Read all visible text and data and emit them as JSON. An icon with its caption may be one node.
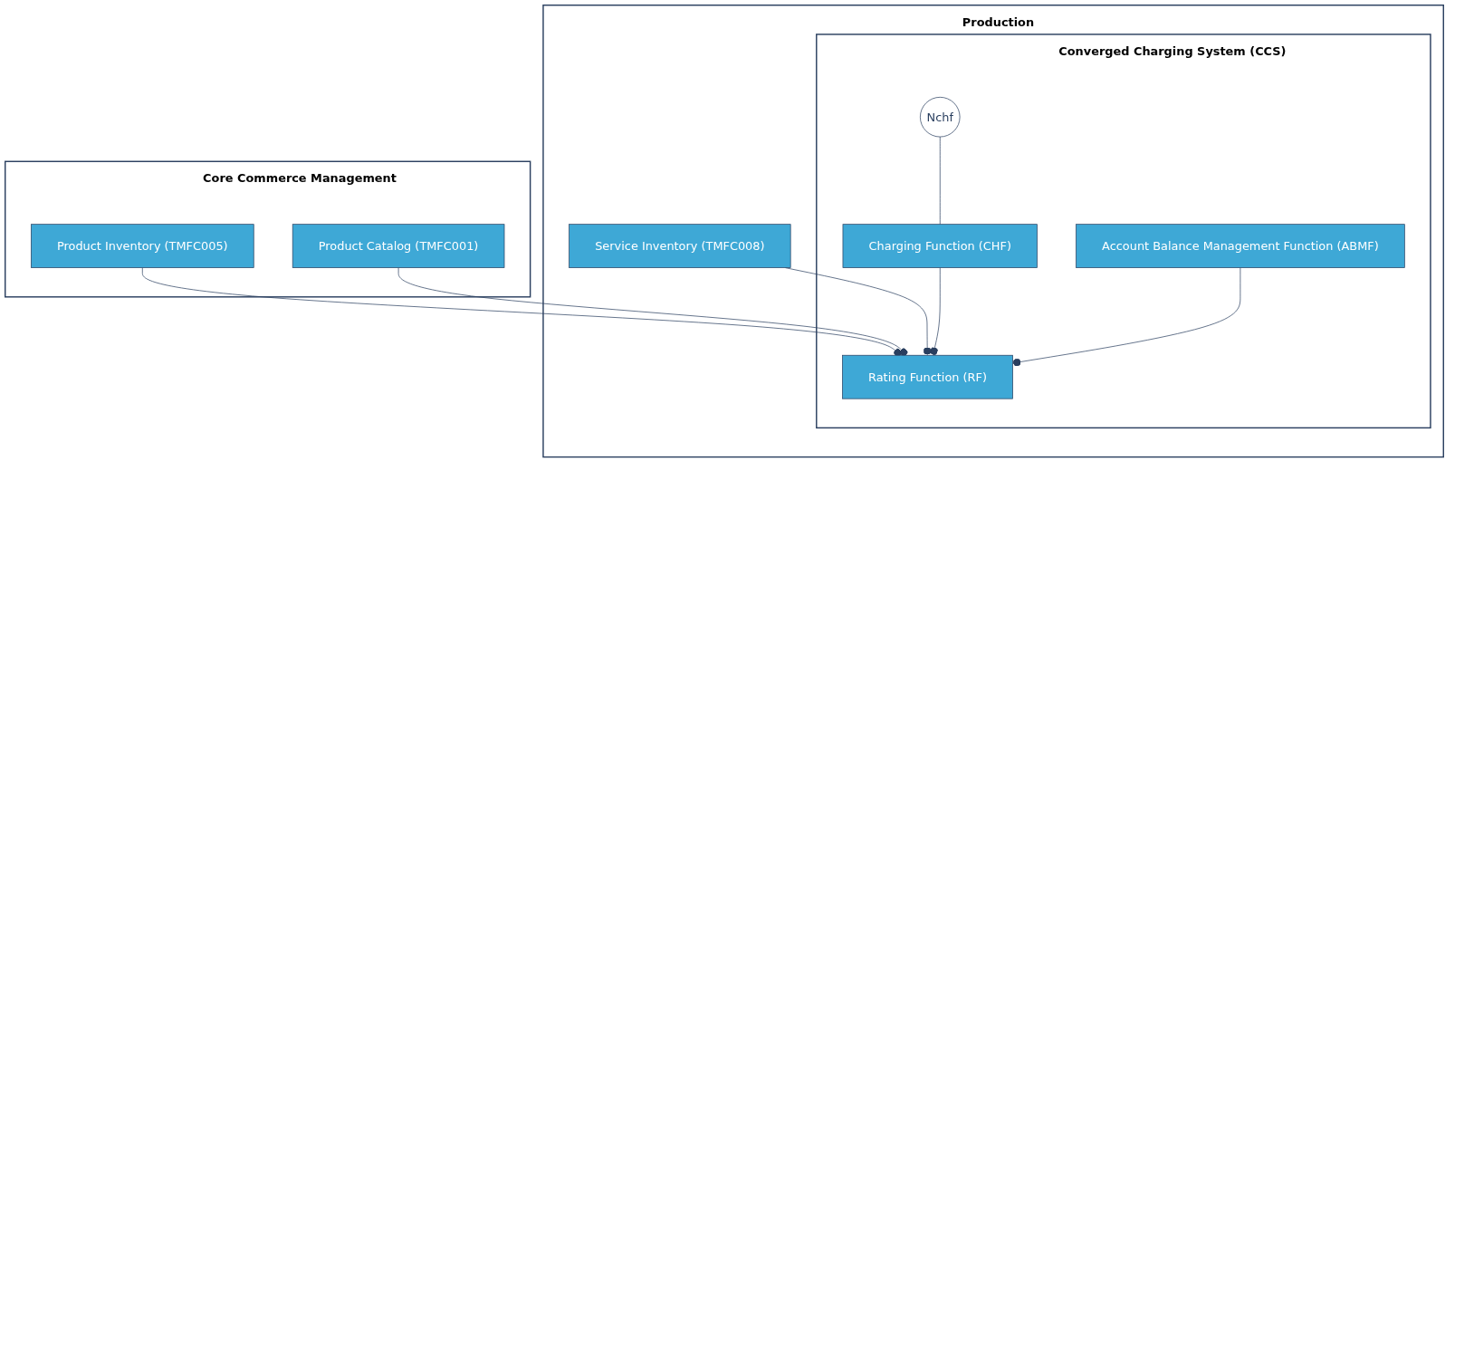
{
  "diagram": {
    "nodes": [
      {
        "text": [
          "Core Commerce Management"
        ]
      },
      {
        "text": [
          "Product Inventory (TMFC005)"
        ],
        "in": 0
      },
      {
        "text": [
          "Product Catalog (TMFC001)"
        ],
        "in": 0
      },
      {
        "text": [
          "Production"
        ]
      },
      {
        "text": [
          "Service Inventory (TMFC008)"
        ],
        "in": 3
      },
      {
        "text": [
          "Converged Charging System (CCS)"
        ],
        "in": 3
      },
      {
        "text": [
          "Nchf"
        ],
        "in": 5
      },
      {
        "text": [
          "Charging Function (CHF)"
        ],
        "in": 5
      },
      {
        "text": [
          "Rating Function (RF)"
        ],
        "in": 5
      },
      {
        "text": [
          "Account Balance Management Function (ABMF)"
        ],
        "in": 5
      }
    ],
    "edges": [
      {
        "from": 1,
        "to": 8,
        "arrow": "other"
      },
      {
        "from": 2,
        "to": 8,
        "arrow": "other"
      },
      {
        "from": 4,
        "to": 8,
        "arrow": "other"
      },
      {
        "from": 6,
        "to": 7,
        "arrow": "none"
      },
      {
        "from": 7,
        "to": 8,
        "arrow": "other"
      },
      {
        "from": 9,
        "to": 8,
        "arrow": "other"
      }
    ]
  }
}
